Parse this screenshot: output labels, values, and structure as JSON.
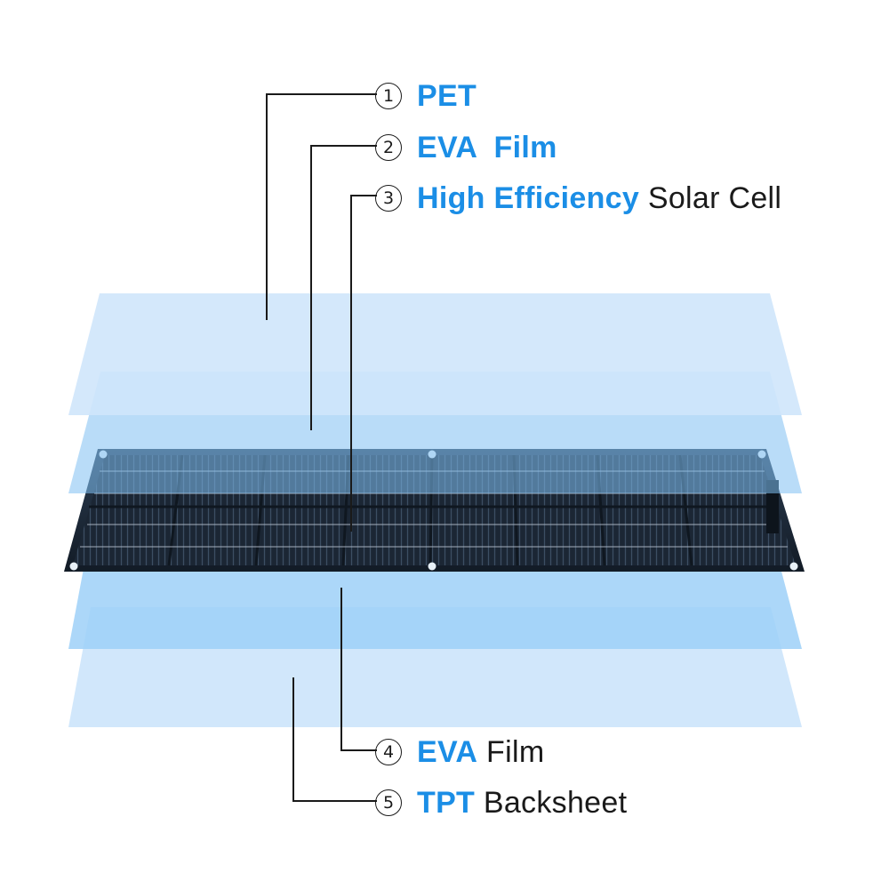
{
  "colors": {
    "accent": "#1b8ee6",
    "layer_light": "#cfe7fb",
    "layer_mid": "#9fd1f8",
    "cell_dark": "#1d2a38",
    "leader": "#1a1a1a"
  },
  "layers": [
    {
      "id": 1,
      "number": "1",
      "accent_text": "PET",
      "rest_text": ""
    },
    {
      "id": 2,
      "number": "2",
      "accent_text": "EVA  Film",
      "rest_text": ""
    },
    {
      "id": 3,
      "number": "3",
      "accent_text": "High Efficiency",
      "rest_text": "Solar Cell"
    },
    {
      "id": 4,
      "number": "4",
      "accent_text": "EVA",
      "rest_text": "Film"
    },
    {
      "id": 5,
      "number": "5",
      "accent_text": "TPT",
      "rest_text": "Backsheet"
    }
  ]
}
